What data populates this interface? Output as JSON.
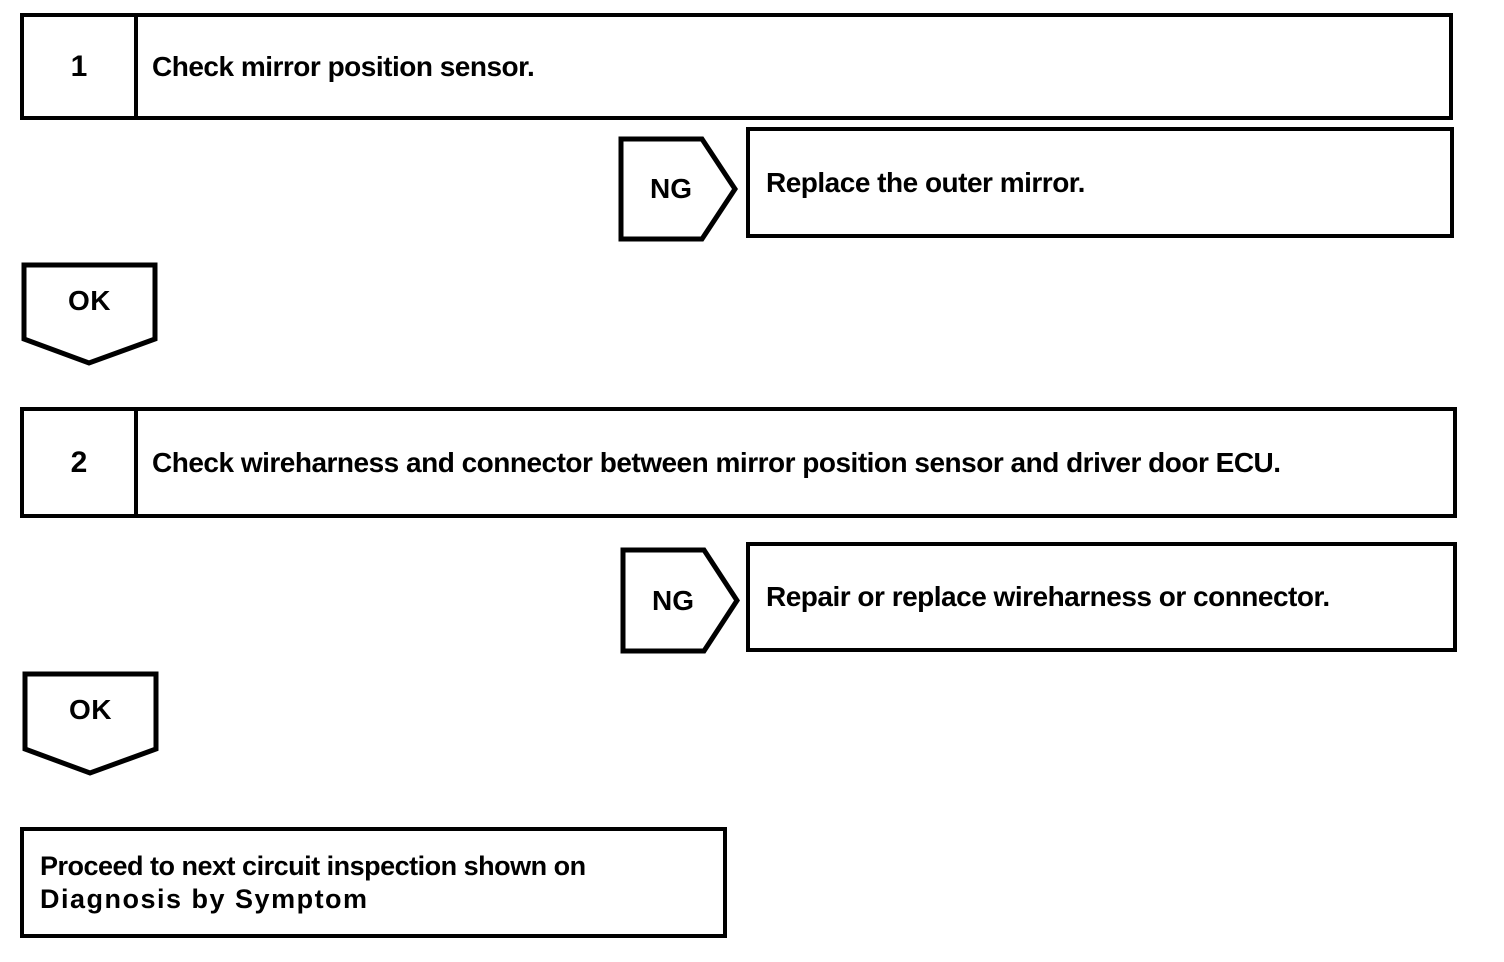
{
  "flowchart": {
    "steps": [
      {
        "number": "1",
        "instruction": "Check mirror position sensor."
      },
      {
        "number": "2",
        "instruction": "Check wireharness and connector between mirror position sensor and driver door ECU."
      }
    ],
    "ng_branches": [
      {
        "label": "NG",
        "action": "Replace the outer mirror."
      },
      {
        "label": "NG",
        "action": "Repair or replace wireharness or connector."
      }
    ],
    "ok_connectors": [
      {
        "label": "OK"
      },
      {
        "label": "OK"
      }
    ],
    "final_box": {
      "line1": "Proceed to next circuit inspection shown on",
      "line2": "Diagnosis by Symptom"
    },
    "icons": {
      "ng_arrow": "pentagon-arrow-right-icon",
      "ok_arrow": "pentagon-arrow-down-icon"
    },
    "colors": {
      "ink": "#000000",
      "paper": "#ffffff"
    }
  }
}
